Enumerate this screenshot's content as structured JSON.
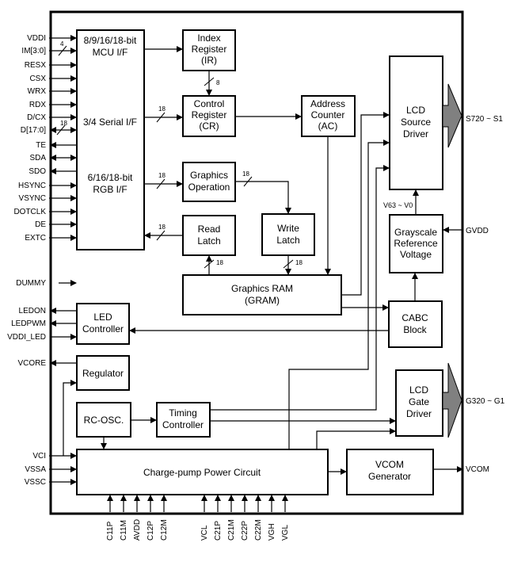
{
  "blocks": {
    "mcu": [
      "8/9/16/18-bit",
      "MCU I/F"
    ],
    "serial": [
      "3/4 Serial I/F"
    ],
    "rgb": [
      "6/16/18-bit",
      "RGB I/F"
    ],
    "ir": [
      "Index",
      "Register",
      "(IR)"
    ],
    "cr": [
      "Control",
      "Register",
      "(CR)"
    ],
    "ac": [
      "Address",
      "Counter",
      "(AC)"
    ],
    "go": [
      "Graphics",
      "Operation"
    ],
    "rl": [
      "Read",
      "Latch"
    ],
    "wl": [
      "Write",
      "Latch"
    ],
    "gram": [
      "Graphics RAM",
      "(GRAM)"
    ],
    "lcdsrc": [
      "LCD",
      "Source",
      "Driver"
    ],
    "gray": [
      "Grayscale",
      "Reference",
      "Voltage"
    ],
    "cabc": [
      "CABC",
      "Block"
    ],
    "led": [
      "LED",
      "Controller"
    ],
    "reg": [
      "Regulator"
    ],
    "lcdgate": [
      "LCD",
      "Gate",
      "Driver"
    ],
    "rcosc": [
      "RC-OSC."
    ],
    "timing": [
      "Timing",
      "Controller"
    ],
    "cp": [
      "Charge-pump Power Circuit"
    ],
    "vcom": [
      "VCOM",
      "Generator"
    ]
  },
  "left_pins": [
    "VDDI",
    "IM[3:0]",
    "RESX",
    "CSX",
    "WRX",
    "RDX",
    "D/CX",
    "D[17:0]",
    "TE",
    "SDA",
    "SDO",
    "HSYNC",
    "VSYNC",
    "DOTCLK",
    "DE",
    "EXTC",
    "DUMMY",
    "LEDON",
    "LEDPWM",
    "VDDI_LED",
    "VCORE",
    "VCI",
    "VSSA",
    "VSSC"
  ],
  "bottom_pins_left": [
    "C11P",
    "C11M",
    "AVDD",
    "C12P",
    "C12M"
  ],
  "bottom_pins_right": [
    "VCL",
    "C21P",
    "C21M",
    "C22P",
    "C22M",
    "VGH",
    "VGL"
  ],
  "right_pins": {
    "source_out": "S720 ~ S1",
    "gvdd": "GVDD",
    "gate_out": "G320 ~ G1",
    "vcom": "VCOM"
  },
  "bus_labels": {
    "im": "4",
    "d": "18",
    "ir_cr": "8",
    "cr": "18",
    "go": "18",
    "go_wl": "18",
    "rl": "18",
    "rl_gram": "18",
    "wl_gram": "18",
    "v63": "V63 ~ V0"
  }
}
